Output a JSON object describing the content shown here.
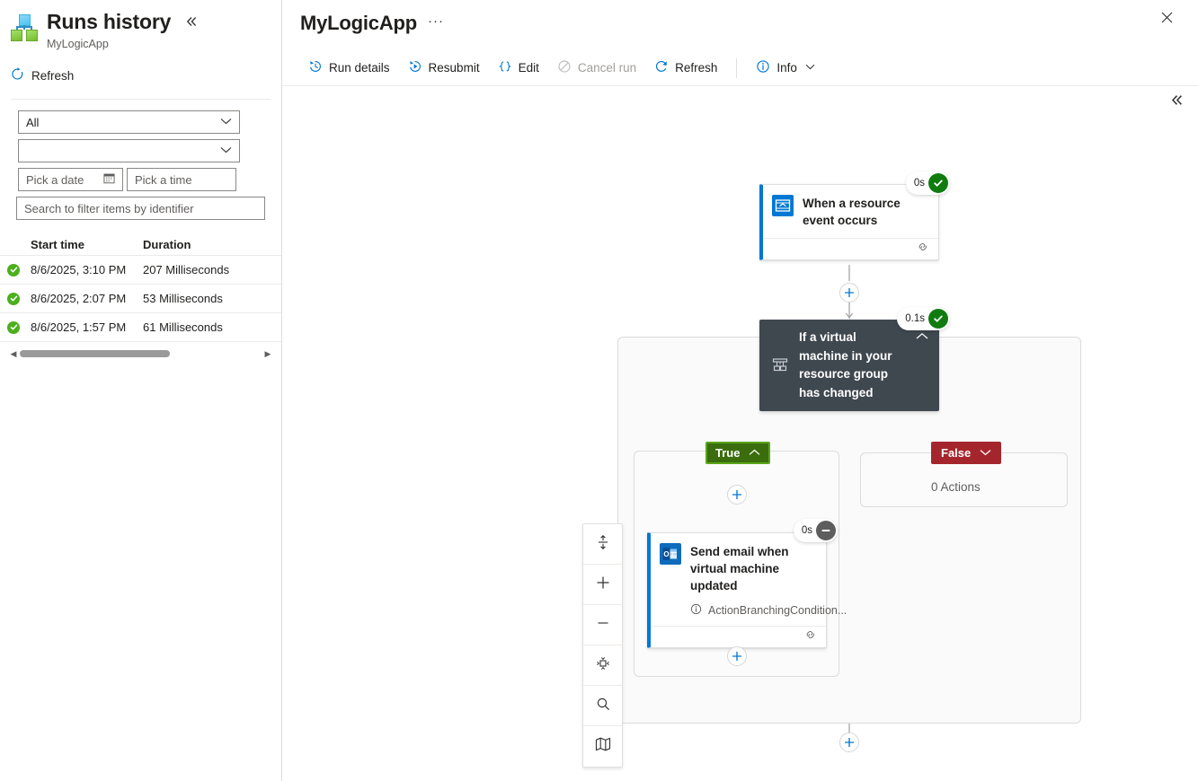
{
  "sidebar": {
    "title": "Runs history",
    "subtitle": "MyLogicApp",
    "logo_icon": "logic-app-logo-icon",
    "collapse_icon": "chevron-double-left-icon",
    "refresh_label": "Refresh",
    "refresh_icon": "refresh-icon",
    "filters": {
      "status_value": "All",
      "status_chevron": "chevron-down-icon",
      "secondary_value": "",
      "secondary_chevron": "chevron-down-icon",
      "date_placeholder": "Pick a date",
      "calendar_icon": "calendar-icon",
      "time_placeholder": "Pick a time",
      "search_placeholder": "Search to filter items by identifier"
    },
    "table": {
      "columns": [
        "Start time",
        "Duration"
      ],
      "rows": [
        {
          "status": "Succeeded",
          "start_time": "8/6/2025, 3:10 PM",
          "duration": "207 Milliseconds"
        },
        {
          "status": "Succeeded",
          "start_time": "8/6/2025, 2:07 PM",
          "duration": "53 Milliseconds"
        },
        {
          "status": "Succeeded",
          "start_time": "8/6/2025, 1:57 PM",
          "duration": "61 Milliseconds"
        }
      ],
      "scroll_left_icon": "triangle-left-icon",
      "scroll_right_icon": "triangle-right-icon"
    }
  },
  "main": {
    "title": "MyLogicApp",
    "more_label": "···",
    "close_icon": "close-icon",
    "canvas_collapse_icon": "chevron-double-left-icon",
    "commands": [
      {
        "label": "Run details",
        "icon": "history-icon",
        "disabled": false
      },
      {
        "label": "Resubmit",
        "icon": "resubmit-icon",
        "disabled": false
      },
      {
        "label": "Edit",
        "icon": "code-braces-icon",
        "disabled": false
      },
      {
        "label": "Cancel run",
        "icon": "cancel-circle-icon",
        "disabled": true
      },
      {
        "label": "Refresh",
        "icon": "refresh-icon",
        "disabled": false
      },
      {
        "label": "Info",
        "icon": "info-circle-icon",
        "disabled": false,
        "chevron": "chevron-down-icon"
      }
    ]
  },
  "workflow": {
    "trigger": {
      "title": "When a resource event occurs",
      "icon": "event-grid-icon",
      "duration": "0s",
      "status": "Succeeded",
      "status_icon": "check-circle-icon",
      "footer_icon": "connection-icon"
    },
    "condition": {
      "title": "If a virtual machine in your resource group has changed",
      "icon": "condition-branch-icon",
      "duration": "0.1s",
      "status": "Succeeded",
      "status_icon": "check-circle-icon",
      "collapse_icon": "chevron-up-icon"
    },
    "true_branch": {
      "label": "True",
      "chevron": "chevron-up-icon",
      "color": "#3b6d0e",
      "action": {
        "title": "Send email when virtual machine updated",
        "icon": "outlook-icon",
        "subtext": "ActionBranchingCondition...",
        "subtext_icon": "info-circle-icon",
        "duration": "0s",
        "status": "Skipped",
        "status_icon": "minus-circle-icon",
        "footer_icon": "connection-icon"
      }
    },
    "false_branch": {
      "label": "False",
      "chevron": "chevron-down-icon",
      "color": "#a4262c",
      "empty_text": "0 Actions"
    },
    "add_buttons": [
      "add-step-after-trigger",
      "add-step-true-branch-top",
      "add-step-true-branch-bottom",
      "add-step-after-condition"
    ]
  },
  "canvas_controls": [
    {
      "name": "fit-to-screen-button",
      "icon": "fit-height-icon"
    },
    {
      "name": "zoom-in-button",
      "icon": "plus-icon"
    },
    {
      "name": "zoom-out-button",
      "icon": "minus-icon"
    },
    {
      "name": "pan-button",
      "icon": "pan-move-icon"
    },
    {
      "name": "search-button",
      "icon": "search-icon"
    },
    {
      "name": "minimap-button",
      "icon": "map-icon"
    }
  ]
}
